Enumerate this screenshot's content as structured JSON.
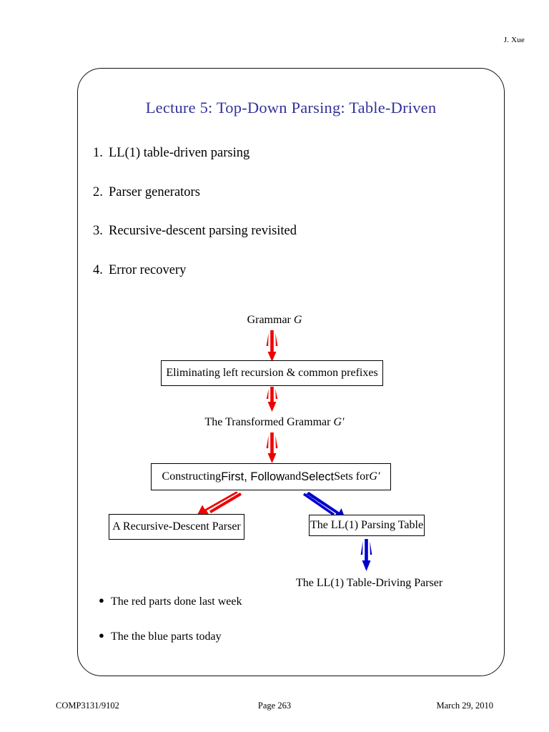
{
  "header": {
    "author": "J. Xue"
  },
  "slide": {
    "title": "Lecture 5: Top-Down Parsing: Table-Driven",
    "title_color": "#333399",
    "agenda": [
      {
        "num": "1.",
        "text": "LL(1) table-driven parsing"
      },
      {
        "num": "2.",
        "text": "Parser generators"
      },
      {
        "num": "3.",
        "text": "Recursive-descent parsing revisited"
      },
      {
        "num": "4.",
        "text": "Error recovery"
      }
    ],
    "flow": {
      "grammar_label_text": "Grammar ",
      "grammar_label_sym": "G",
      "box_eliminate": "Eliminating left recursion & common prefixes",
      "transformed_label_text": "The Transformed Grammar ",
      "transformed_label_sym": "G′",
      "box_constructing": {
        "part1": "Constructing ",
        "part2_sans": "First, Follow",
        "part3": " and ",
        "part4_sans": "Select",
        "part5": " Sets for ",
        "part6_sym": "G′"
      },
      "box_recursive": "A Recursive-Descent Parser",
      "box_lltable": "The LL(1) Parsing Table",
      "label_driving": "The LL(1) Table-Driving Parser",
      "arrow_red_color": "#ee0000",
      "arrow_blue_color": "#0000cc"
    },
    "notes": [
      {
        "bullet": "●",
        "text": "The red parts done last week"
      },
      {
        "bullet": "●",
        "text": "The the blue parts today"
      }
    ]
  },
  "footer": {
    "left": "COMP3131/9102",
    "center": "Page 263",
    "right": "March 29, 2010"
  }
}
